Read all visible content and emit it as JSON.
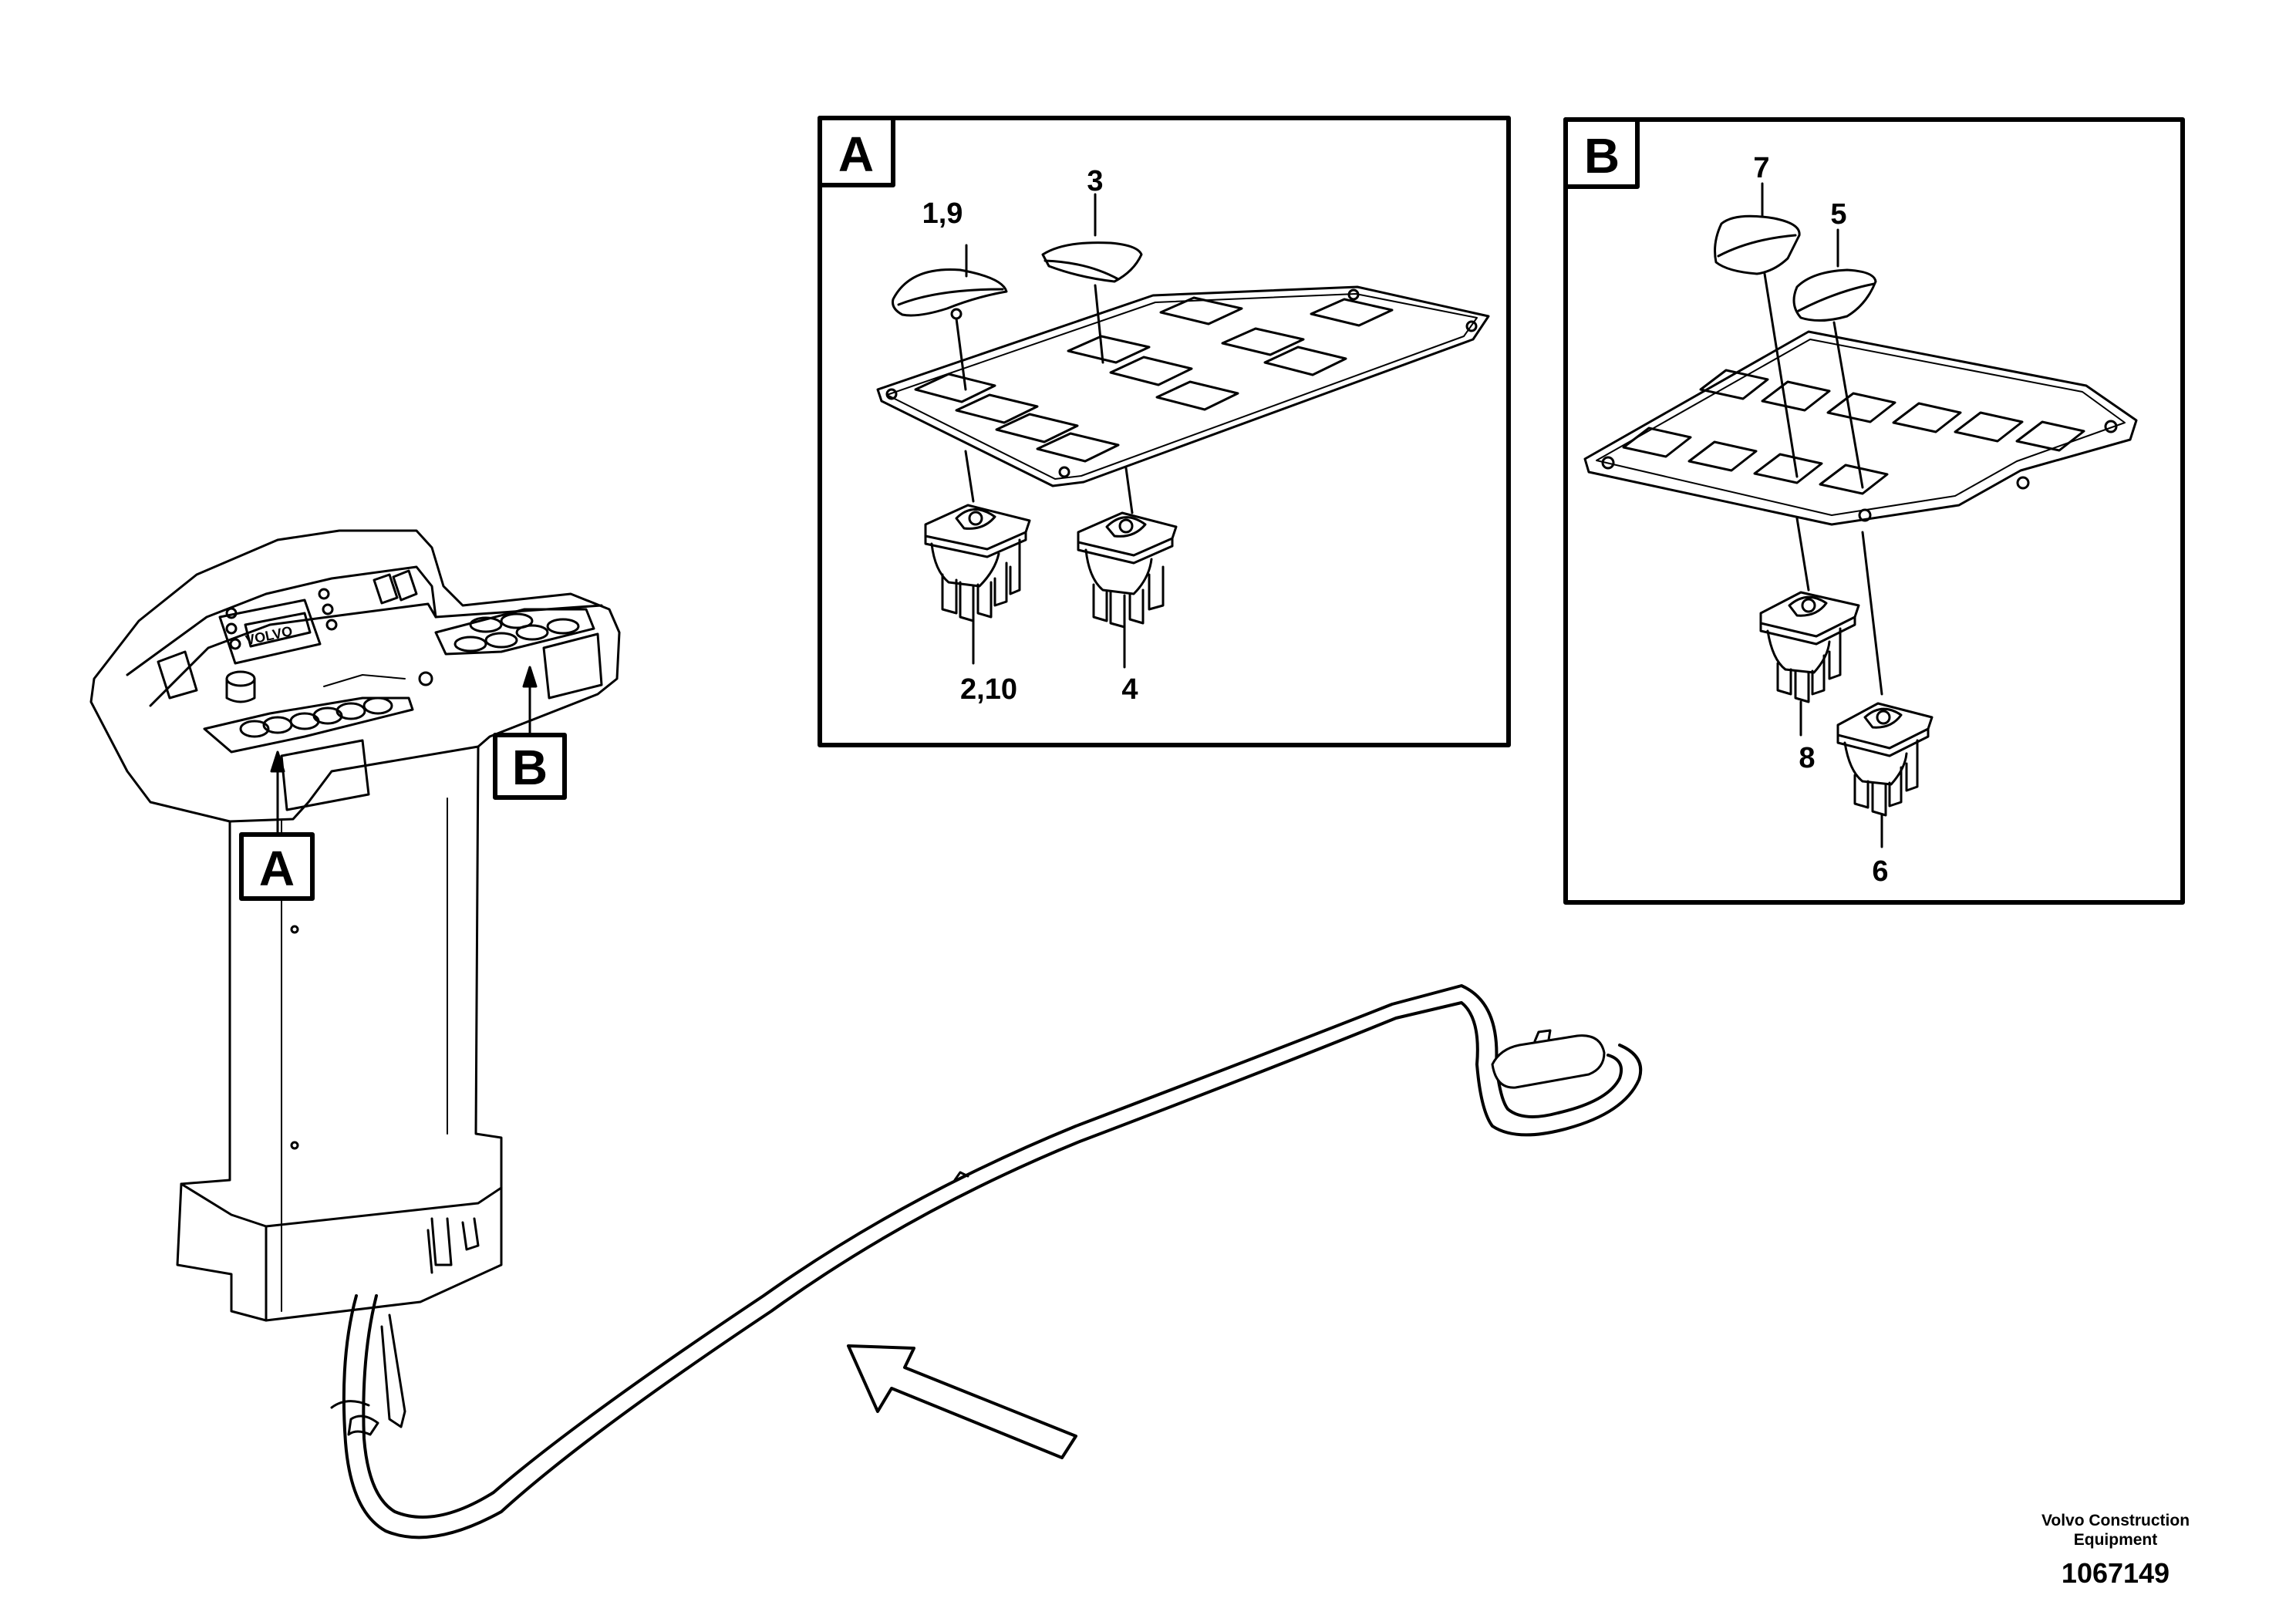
{
  "detail_a": {
    "letter": "A",
    "labels": {
      "rocker_1_9": "1,9",
      "rocker_3": "3",
      "switch_2_10": "2,10",
      "switch_4": "4"
    }
  },
  "detail_b": {
    "letter": "B",
    "labels": {
      "rocker_7": "7",
      "rocker_5": "5",
      "switch_8": "8",
      "switch_6": "6"
    }
  },
  "console_markers": {
    "a": "A",
    "b": "B"
  },
  "console_badge": "VOLVO",
  "footer": {
    "company_line1": "Volvo Construction",
    "company_line2": "Equipment",
    "drawing_number": "1067149"
  },
  "colors": {
    "line": "#000000",
    "background": "#ffffff",
    "shade": "#cccccc"
  }
}
